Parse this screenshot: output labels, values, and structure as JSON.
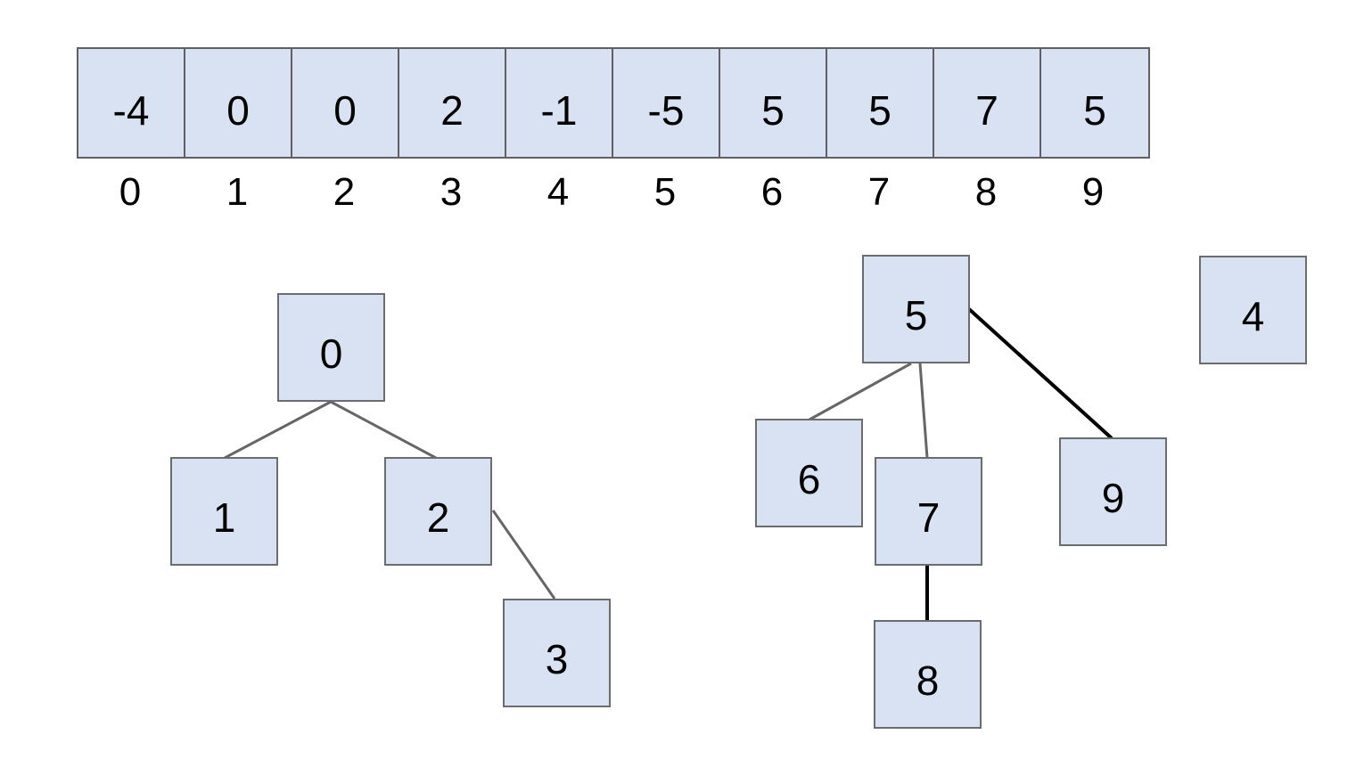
{
  "array": {
    "cells": [
      {
        "value": "-4",
        "index": "0"
      },
      {
        "value": "0",
        "index": "1"
      },
      {
        "value": "0",
        "index": "2"
      },
      {
        "value": "2",
        "index": "3"
      },
      {
        "value": "-1",
        "index": "4"
      },
      {
        "value": "-5",
        "index": "5"
      },
      {
        "value": "5",
        "index": "6"
      },
      {
        "value": "5",
        "index": "7"
      },
      {
        "value": "7",
        "index": "8"
      },
      {
        "value": "5",
        "index": "9"
      }
    ]
  },
  "forest": {
    "nodes": [
      {
        "label": "0"
      },
      {
        "label": "1"
      },
      {
        "label": "2"
      },
      {
        "label": "3"
      },
      {
        "label": "4"
      },
      {
        "label": "5"
      },
      {
        "label": "6"
      },
      {
        "label": "7"
      },
      {
        "label": "8"
      },
      {
        "label": "9"
      }
    ],
    "edges": [
      {
        "from": "0",
        "to": "1",
        "style": "gray"
      },
      {
        "from": "0",
        "to": "2",
        "style": "gray"
      },
      {
        "from": "2",
        "to": "3",
        "style": "gray"
      },
      {
        "from": "5",
        "to": "6",
        "style": "gray"
      },
      {
        "from": "5",
        "to": "7",
        "style": "gray"
      },
      {
        "from": "5",
        "to": "9",
        "style": "black"
      },
      {
        "from": "7",
        "to": "8",
        "style": "black"
      }
    ]
  },
  "colors": {
    "box_fill": "#d9e2f3",
    "box_border": "#6b6c6e",
    "edge_gray": "#666666",
    "edge_black": "#000000",
    "background": "#ffffff",
    "text": "#000000"
  }
}
